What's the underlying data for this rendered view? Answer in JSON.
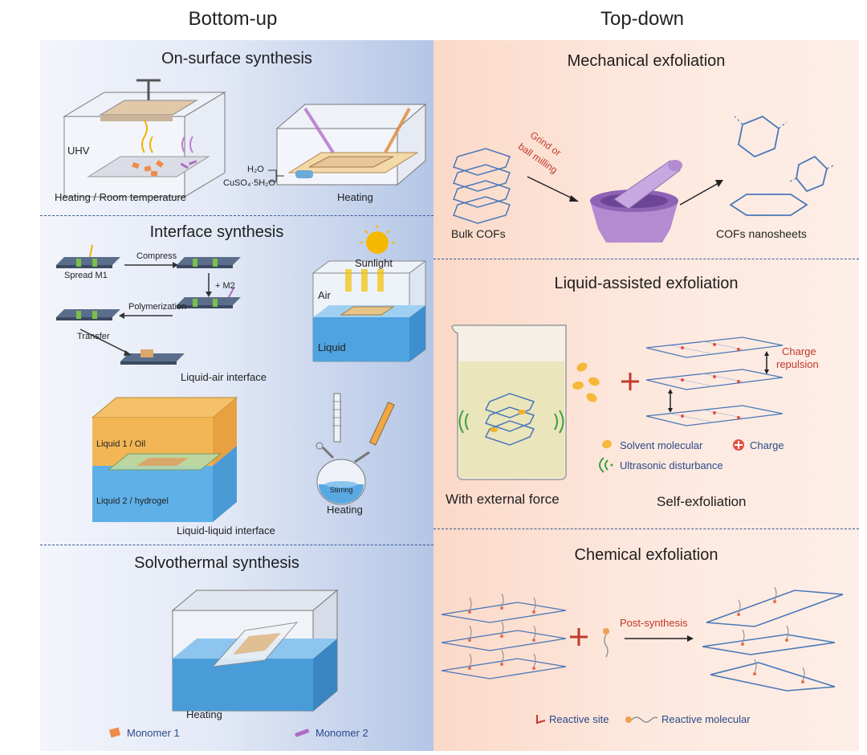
{
  "columns": {
    "left": "Bottom-up",
    "right": "Top-down"
  },
  "bottom_up": {
    "on_surface": {
      "title": "On-surface synthesis",
      "uhv": "UHV",
      "heating_room_temp": "Heating / Room temperature",
      "h2o": "H₂O",
      "cuso4": "CuSO₄·5H₂O",
      "heating": "Heating"
    },
    "interface": {
      "title": "Interface synthesis",
      "spread_m1": "Spread M1",
      "compress": "Compress",
      "plus_m2": "+ M2",
      "polymerization": "Polymerization",
      "transfer": "Transfer",
      "liquid_air_interface": "Liquid-air interface",
      "sunlight": "Sunlight",
      "air": "Air",
      "liquid": "Liquid",
      "liquid1_oil": "Liquid 1 / Oil",
      "liquid2_hydrogel": "Liquid 2 / hydrogel",
      "stirring": "Stirring",
      "heating": "Heating",
      "liquid_liquid_interface": "Liquid-liquid interface"
    },
    "solvothermal": {
      "title": "Solvothermal synthesis",
      "heating": "Heating",
      "monomer1": "Monomer 1",
      "monomer2": "Monomer 2"
    }
  },
  "top_down": {
    "mechanical": {
      "title": "Mechanical exfoliation",
      "grind": "Grind or",
      "ball_milling": "ball milling",
      "bulk_cofs": "Bulk COFs",
      "cofs_nanosheets": "COFs nanosheets"
    },
    "liquid_assisted": {
      "title": "Liquid-assisted exfoliation",
      "charge": "Charge",
      "repulsion": "repulsion",
      "solvent_molecular": "Solvent molecular",
      "charge_legend": "Charge",
      "ultrasonic": "Ultrasonic disturbance",
      "with_external_force": "With external force",
      "self_exfoliation": "Self-exfoliation"
    },
    "chemical": {
      "title": "Chemical exfoliation",
      "post_synthesis": "Post-synthesis",
      "reactive_site": "Reactive site",
      "reactive_molecular": "Reactive molecular"
    }
  },
  "colors": {
    "accent_red": "#c0392b",
    "accent_blue": "#3b5a9a",
    "sheet_blue": "#4a78b8",
    "water_blue": "#5aa7e0",
    "oil_orange": "#f0b45a",
    "purple": "#a070c0"
  }
}
